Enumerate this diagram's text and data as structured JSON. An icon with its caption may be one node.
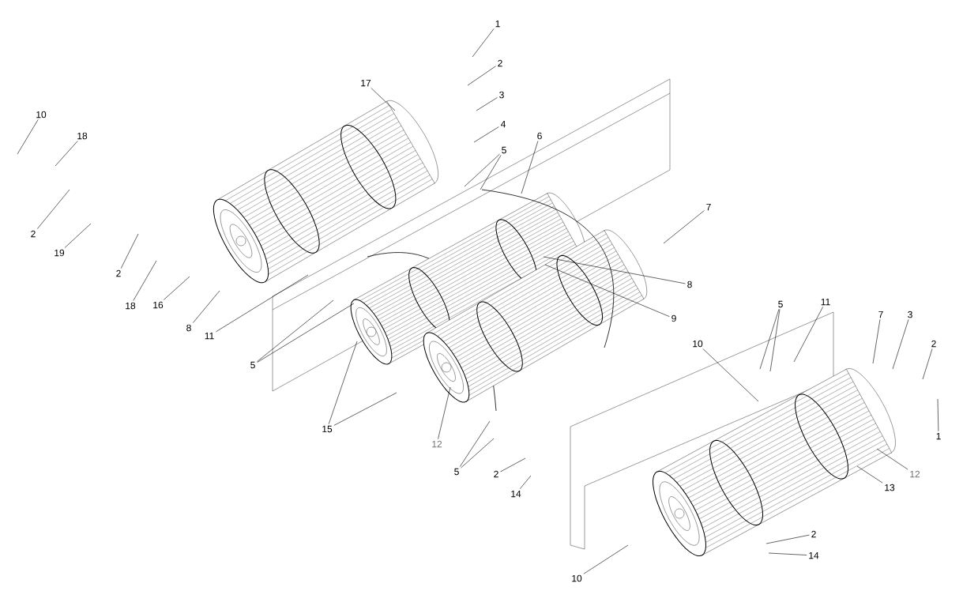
{
  "diagram": {
    "nodes": [
      {
        "text": [
          "1"
        ]
      },
      {
        "text": [
          "2"
        ]
      },
      {
        "text": [
          "3"
        ]
      },
      {
        "text": [
          "17"
        ]
      },
      {
        "text": [
          "10"
        ]
      },
      {
        "text": [
          "4"
        ]
      },
      {
        "text": [
          "18"
        ]
      },
      {
        "text": [
          "6"
        ]
      },
      {
        "text": [
          "5"
        ]
      },
      {
        "text": [
          "7"
        ]
      },
      {
        "text": [
          "2"
        ]
      },
      {
        "text": [
          "19"
        ]
      },
      {
        "text": [
          "2"
        ]
      },
      {
        "text": [
          "8"
        ]
      },
      {
        "text": [
          "5"
        ]
      },
      {
        "text": [
          "11"
        ]
      },
      {
        "text": [
          "18"
        ]
      },
      {
        "text": [
          "16"
        ]
      },
      {
        "text": [
          "7"
        ]
      },
      {
        "text": [
          "3"
        ]
      },
      {
        "text": [
          "9"
        ]
      },
      {
        "text": [
          "8"
        ]
      },
      {
        "text": [
          "11"
        ]
      },
      {
        "text": [
          "10"
        ]
      },
      {
        "text": [
          "2"
        ]
      },
      {
        "text": [
          "5"
        ]
      },
      {
        "text": [
          "15"
        ]
      },
      {
        "text": [
          "1"
        ]
      },
      {
        "text": [
          "12"
        ]
      },
      {
        "text": [
          "5"
        ]
      },
      {
        "text": [
          "2"
        ]
      },
      {
        "text": [
          "12"
        ]
      },
      {
        "text": [
          "13"
        ]
      },
      {
        "text": [
          "14"
        ]
      },
      {
        "text": [
          "2"
        ]
      },
      {
        "text": [
          "14"
        ]
      },
      {
        "text": [
          "10"
        ]
      }
    ],
    "edges": [
      {
        "from": 0,
        "to": null,
        "arrow": "none"
      },
      {
        "from": 1,
        "to": null,
        "arrow": "none"
      },
      {
        "from": 2,
        "to": null,
        "arrow": "none"
      },
      {
        "from": 3,
        "to": null,
        "arrow": "none"
      },
      {
        "from": 4,
        "to": null,
        "arrow": "none"
      },
      {
        "from": 5,
        "to": null,
        "arrow": "none"
      },
      {
        "from": 6,
        "to": null,
        "arrow": "none"
      },
      {
        "from": 7,
        "to": null,
        "arrow": "none"
      },
      {
        "from": 8,
        "to": null,
        "arrow": "none"
      },
      {
        "from": 8,
        "to": null,
        "arrow": "none"
      },
      {
        "from": 9,
        "to": null,
        "arrow": "none"
      },
      {
        "from": 10,
        "to": null,
        "arrow": "none"
      },
      {
        "from": 11,
        "to": null,
        "arrow": "none"
      },
      {
        "from": 12,
        "to": null,
        "arrow": "none"
      },
      {
        "from": 13,
        "to": null,
        "arrow": "none"
      },
      {
        "from": 14,
        "to": null,
        "arrow": "none"
      },
      {
        "from": 14,
        "to": null,
        "arrow": "none"
      },
      {
        "from": 15,
        "to": null,
        "arrow": "none"
      },
      {
        "from": 16,
        "to": null,
        "arrow": "none"
      },
      {
        "from": 17,
        "to": null,
        "arrow": "none"
      },
      {
        "from": 18,
        "to": null,
        "arrow": "none"
      },
      {
        "from": 19,
        "to": null,
        "arrow": "none"
      },
      {
        "from": 20,
        "to": null,
        "arrow": "none"
      },
      {
        "from": 21,
        "to": null,
        "arrow": "none"
      },
      {
        "from": 22,
        "to": null,
        "arrow": "none"
      },
      {
        "from": 23,
        "to": null,
        "arrow": "none"
      },
      {
        "from": 24,
        "to": null,
        "arrow": "none"
      },
      {
        "from": 25,
        "to": null,
        "arrow": "none"
      },
      {
        "from": 25,
        "to": null,
        "arrow": "none"
      },
      {
        "from": 26,
        "to": null,
        "arrow": "none"
      },
      {
        "from": 26,
        "to": null,
        "arrow": "none"
      },
      {
        "from": 27,
        "to": null,
        "arrow": "none"
      },
      {
        "from": 28,
        "to": null,
        "arrow": "none"
      },
      {
        "from": 29,
        "to": null,
        "arrow": "none"
      },
      {
        "from": 29,
        "to": null,
        "arrow": "none"
      },
      {
        "from": 30,
        "to": null,
        "arrow": "none"
      },
      {
        "from": 31,
        "to": null,
        "arrow": "none"
      },
      {
        "from": 32,
        "to": null,
        "arrow": "none"
      },
      {
        "from": 33,
        "to": null,
        "arrow": "none"
      },
      {
        "from": 34,
        "to": null,
        "arrow": "none"
      },
      {
        "from": 35,
        "to": null,
        "arrow": "none"
      },
      {
        "from": 36,
        "to": null,
        "arrow": "none"
      }
    ]
  }
}
